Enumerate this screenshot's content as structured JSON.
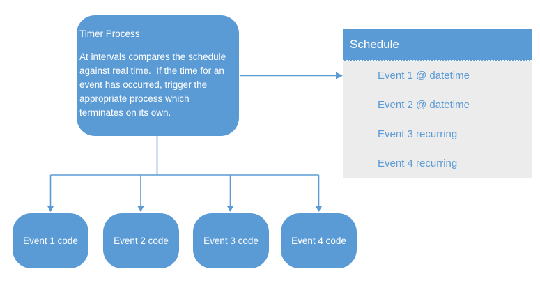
{
  "colors": {
    "accent_blue": "#5b9bd5",
    "panel_gray": "#ececec",
    "shape_text": "#ffffff",
    "schedule_row_text": "#5b9bd5",
    "background": "#ffffff"
  },
  "timer_process": {
    "title": "Timer Process",
    "description": "At intervals compares the schedule against real time.  If the time for an event has occurred, trigger the appropriate process which terminates on its own."
  },
  "schedule": {
    "title": "Schedule",
    "rows": [
      {
        "label": "Event 1 @ datetime"
      },
      {
        "label": "Event 2 @ datetime"
      },
      {
        "label": "Event 3 recurring"
      },
      {
        "label": "Event 4 recurring"
      }
    ]
  },
  "event_boxes": [
    {
      "label": "Event 1 code"
    },
    {
      "label": "Event 2 code"
    },
    {
      "label": "Event 3 code"
    },
    {
      "label": "Event 4 code"
    }
  ]
}
